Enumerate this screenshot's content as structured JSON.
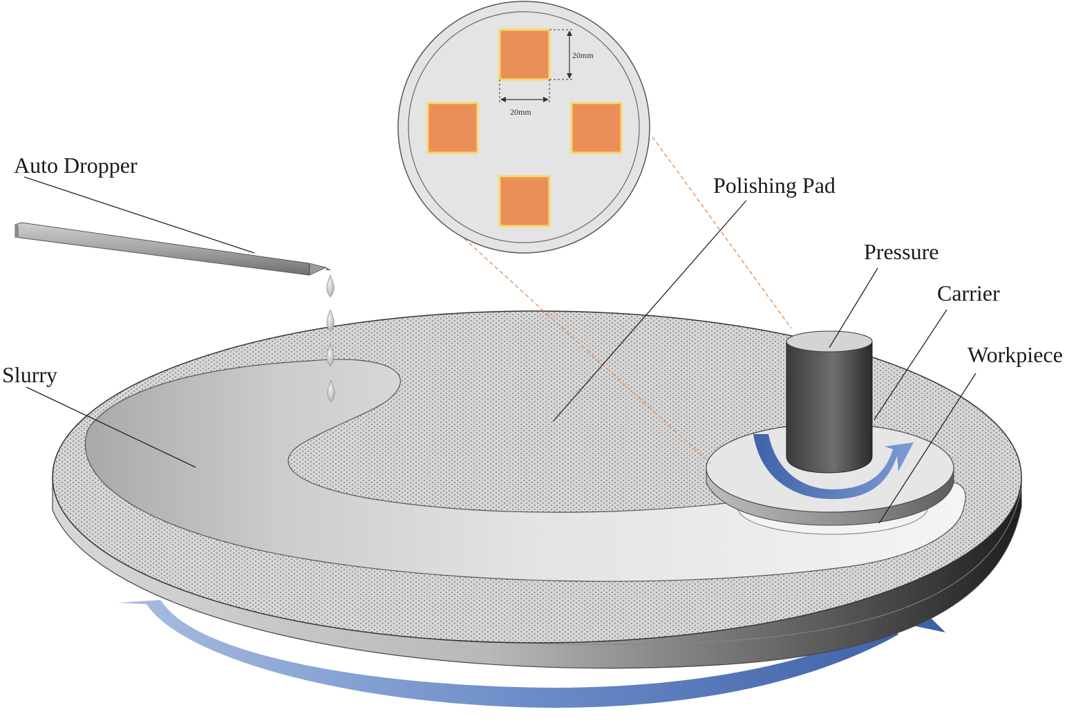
{
  "labels": {
    "auto_dropper": "Auto Dropper",
    "polishing_pad": "Polishing Pad",
    "pressure": "Pressure",
    "carrier": "Carrier",
    "workpiece": "Workpiece",
    "slurry": "Slurry"
  },
  "inset": {
    "dim_vertical": "20mm",
    "dim_horizontal": "20mm",
    "sample_count": 4
  },
  "colors": {
    "sample_fill": "#eb8f58",
    "sample_border": "#f7d86a",
    "arrow_blue": "#4a6fb0",
    "zoom_line": "#e8955f",
    "pad_gray": "#d6d6d6",
    "slurry_gray": "#e2e2e2"
  }
}
